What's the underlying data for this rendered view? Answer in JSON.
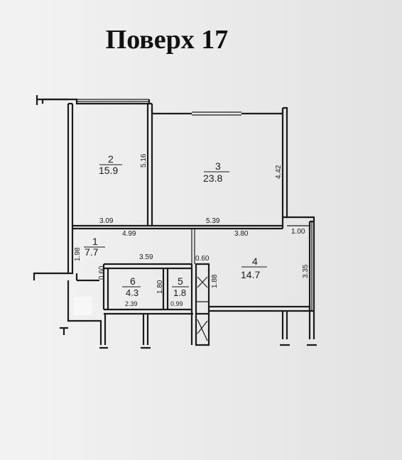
{
  "title": "Поверх 17",
  "rooms": [
    {
      "number": "1",
      "area": "7.7"
    },
    {
      "number": "2",
      "area": "15.9"
    },
    {
      "number": "3",
      "area": "23.8"
    },
    {
      "number": "4",
      "area": "14.7"
    },
    {
      "number": "5",
      "area": "1.8"
    },
    {
      "number": "6",
      "area": "4.3"
    }
  ],
  "dimensions": {
    "room2_height": "5.16",
    "room2_width": "3.09",
    "room3_height": "4.42",
    "room3_width": "5.39",
    "corridor_width": "4.99",
    "room4_width": "3.80",
    "room4_right": "1.00",
    "room4_height": "3.35",
    "room4_inner_height": "1.88",
    "room1_height": "1.98",
    "room1_door": "0.60",
    "room6_width": "3.59",
    "room6_bottom": "2.39",
    "room6_height": "1.80",
    "room5_bottom": "0.99",
    "room5_door": "0.60"
  }
}
